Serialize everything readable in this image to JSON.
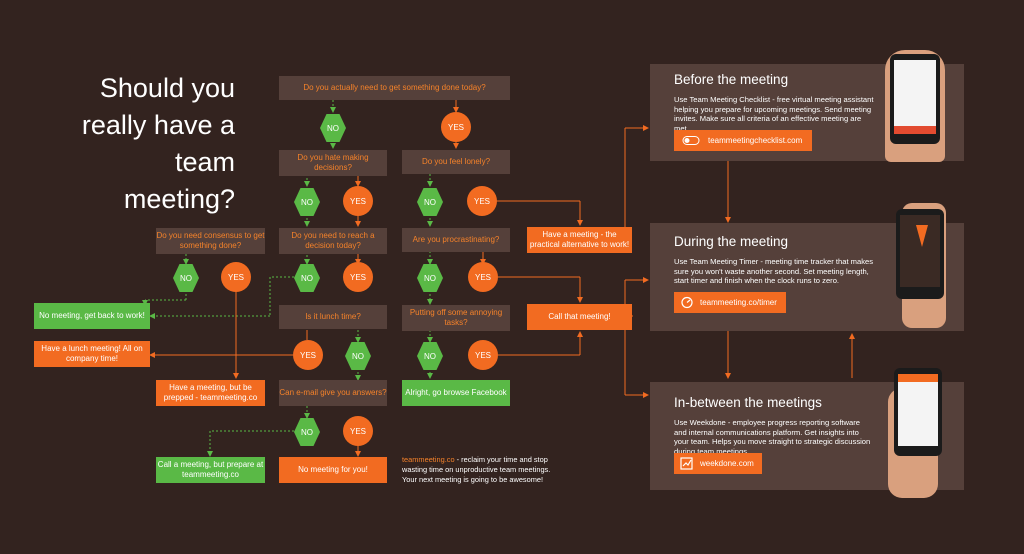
{
  "title": "Should you really have a team meeting?",
  "questions": {
    "q1": "Do you actually need to get something done today?",
    "q2": "Do you hate making decisions?",
    "q3": "Do you feel lonely?",
    "q4": "Do you need consensus to get something done?",
    "q5": "Do you need to reach a decision today?",
    "q6": "Are you procrastinating?",
    "q7": "Is it lunch time?",
    "q8": "Putting off some annoying tasks?",
    "q9": "Can e-mail give you answers?"
  },
  "answers": {
    "yes": "YES",
    "no": "NO"
  },
  "outcomes": {
    "back_to_work": "No meeting, get back to work!",
    "lunch_meeting": "Have a lunch meeting! All on company time!",
    "prepped": "Have a meeting, but be prepped - teammeeting.co",
    "call_prepare": "Call a meeting, but prepare at teammeeting.co",
    "no_meeting": "No meeting for you!",
    "facebook": "Alright, go browse Facebook",
    "practical": "Have a meeting - the practical alternative to work!",
    "call": "Call that meeting!"
  },
  "footer": {
    "brand": "teammeeting.co",
    "text": " - reclaim your time and stop wasting time on unproductive team meetings. Your next meeting is going to be awesome!"
  },
  "panels": [
    {
      "heading": "Before the meeting",
      "text": "Use Team Meeting Checklist - free virtual meeting assistant helping you prepare for upcoming meetings. Send meeting invites. Make sure all criteria of an effective meeting are met.",
      "button": "teammeetingchecklist.com",
      "icon": "toggle-icon"
    },
    {
      "heading": "During the meeting",
      "text": "Use Team Meeting Timer - meeting time tracker that makes sure you won't waste another second. Set meeting length, start timer and finish when the clock runs to zero.",
      "button": "teammeeting.co/timer",
      "icon": "timer-icon"
    },
    {
      "heading": "In-between the meetings",
      "text": "Use Weekdone - employee progress reporting software and internal communications platform. Get insights into your team. Helps you move straight to strategic discussion during team meetings.",
      "button": "weekdone.com",
      "icon": "chart-icon"
    }
  ],
  "colors": {
    "background": "#33231f",
    "panel": "#55403a",
    "orange": "#f26b21",
    "green": "#5ab946"
  }
}
